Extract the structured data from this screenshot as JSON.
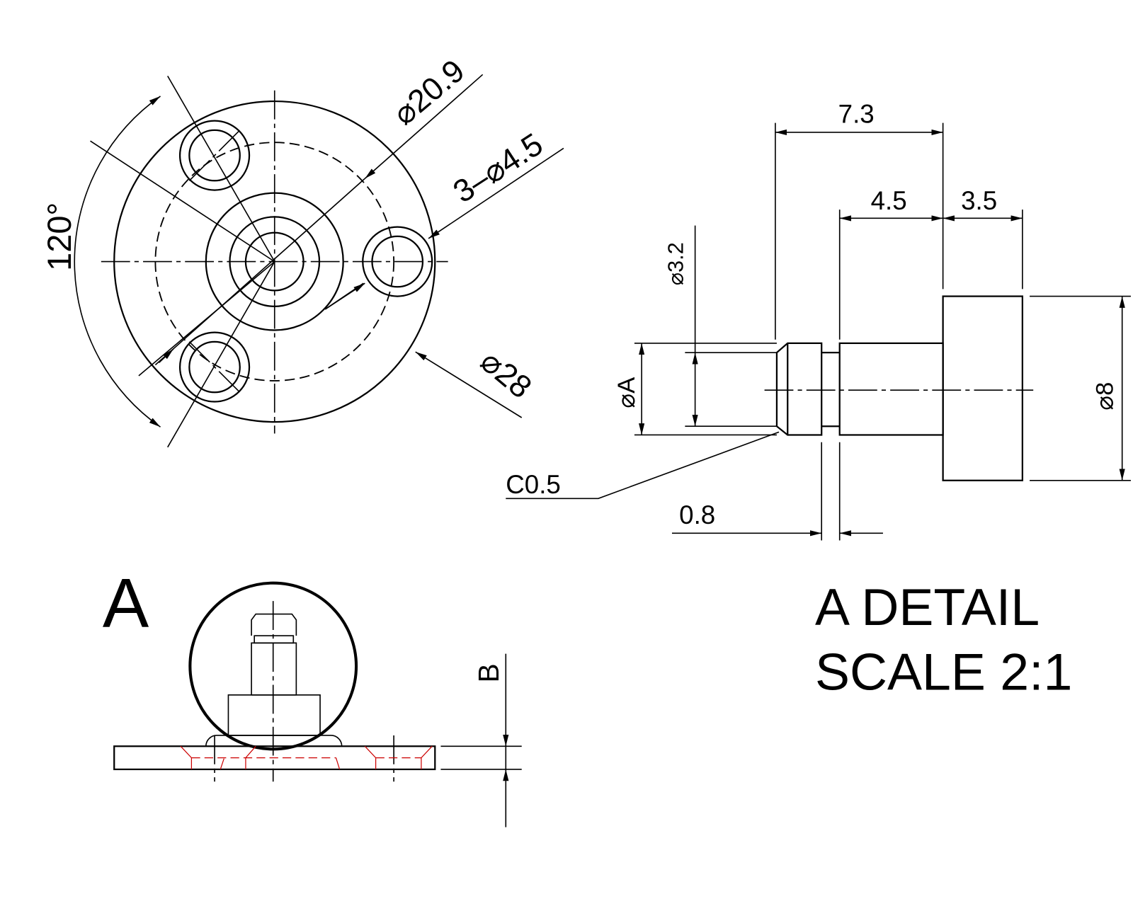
{
  "front_view": {
    "angle_label": "120°",
    "pcd_label": "⌀20.9",
    "holes_label": "3–⌀4.5",
    "outer_label": "⌀28"
  },
  "side_view": {
    "overall_label": "7.3",
    "shaft_label": "4.5",
    "head_label": "3.5",
    "tip_dia_label": "⌀3.2",
    "dia_a_label": "⌀A",
    "head_dia_label": "⌀8",
    "chamfer_label": "C0.5",
    "groove_label": "0.8"
  },
  "detail": {
    "marker": "A",
    "b_label": "B",
    "title_line1": "A DETAIL",
    "title_line2": "SCALE 2:1"
  },
  "colors": {
    "line": "#000000",
    "hidden": "#cc0000"
  }
}
